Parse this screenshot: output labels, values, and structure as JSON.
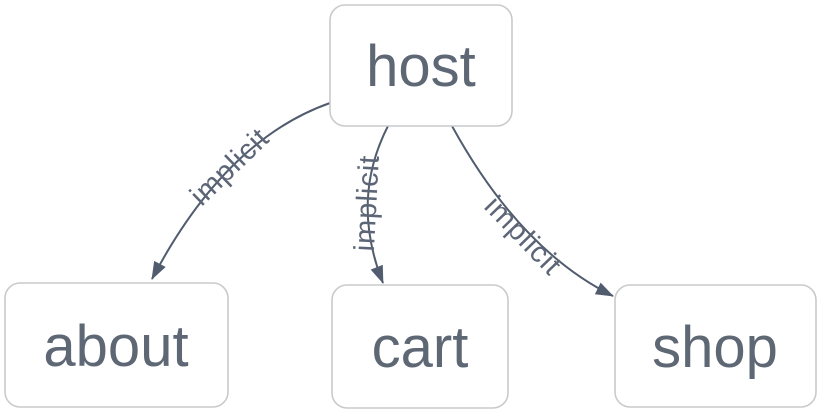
{
  "diagram": {
    "type": "graph",
    "background_color": "#ffffff",
    "colors": {
      "node_fill": "#ffffff",
      "node_border": "#c9cacb",
      "node_text": "#5e6774",
      "edge_line": "#515c6e",
      "edge_label_text": "#5d6677"
    },
    "nodes": [
      {
        "id": "host",
        "label": "host"
      },
      {
        "id": "about",
        "label": "about"
      },
      {
        "id": "cart",
        "label": "cart"
      },
      {
        "id": "shop",
        "label": "shop"
      }
    ],
    "edges": [
      {
        "from": "host",
        "to": "about",
        "label": "implicit"
      },
      {
        "from": "host",
        "to": "cart",
        "label": "implicit"
      },
      {
        "from": "host",
        "to": "shop",
        "label": "implicit"
      }
    ]
  }
}
